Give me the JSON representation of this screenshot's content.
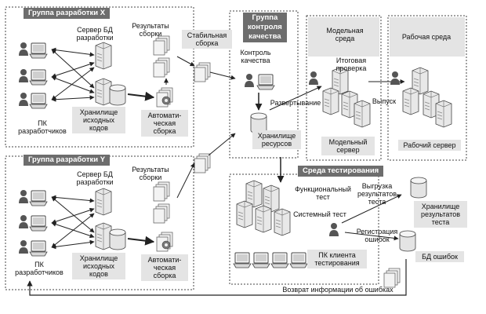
{
  "groups": {
    "x_header": "Группа разработки X",
    "y_header": "Группа разработки Y",
    "qa_header": "Группа\nконтроля\nкачества",
    "test_env_header": "Среда тестирования"
  },
  "labels": {
    "server_db_dev_x": "Сервер БД\nразработки",
    "build_results_x": "Результаты\nсборки",
    "stable_build": "Стабильная\nсборка",
    "dev_pc_x": "ПК\nразработчиков",
    "source_store_x": "Хранилище\nисходных\nкодов",
    "auto_build_x": "Автомати-\nческая\nсборка",
    "server_db_dev_y": "Сервер БД\nразработки",
    "build_results_y": "Результаты\nсборки",
    "dev_pc_y": "ПК\nразработчиков",
    "source_store_y": "Хранилище\nисходных\nкодов",
    "auto_build_y": "Автомати-\nческая\nсборка",
    "quality_control": "Контроль\nкачества",
    "deployment": "Развертывание",
    "resource_store": "Хранилище\nресурсов",
    "model_env": "Модельная\nсреда",
    "work_env": "Рабочая среда",
    "final_check": "Итоговая\nпроверка",
    "release": "Выпуск",
    "model_server": "Модельный\nсервер",
    "work_server": "Рабочий сервер",
    "functional_test": "Функциональный\nтест",
    "system_test": "Системный тест",
    "upload_results": "Выгрузка\nрезультатов\nтеста",
    "test_results_store": "Хранилище\nрезультатов\nтеста",
    "bug_registration": "Регистрация\nошибок",
    "bug_db": "БД ошибок",
    "test_client_pc": "ПК клиента\nтестирования",
    "bug_feedback": "Возврат информации об ошибках"
  }
}
